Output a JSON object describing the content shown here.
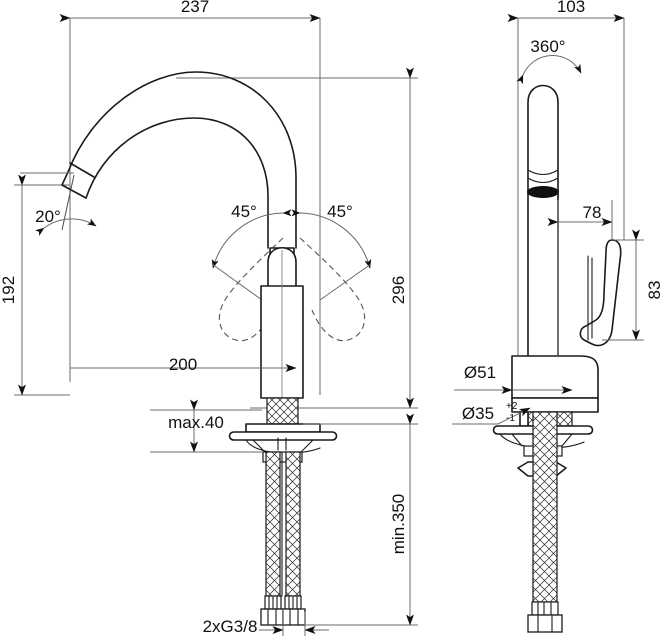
{
  "drawing": {
    "type": "technical-dimension-drawing",
    "subject": "single-lever kitchen mixer tap",
    "units": "mm",
    "views": [
      {
        "name": "front-elevation",
        "position": "left"
      },
      {
        "name": "side-elevation",
        "position": "right"
      }
    ]
  },
  "dimensions": {
    "spout_reach_total": "237",
    "spout_outlet_height": "192",
    "spout_projection": "200",
    "overall_height": "296",
    "body_depth": "103",
    "handle_offset": "78",
    "handle_height": "83",
    "max_deck_thickness": "max.40",
    "hose_length": "min.350",
    "base_diameter": "Ø51",
    "hole_diameter": "Ø35",
    "hole_tol_upper": "+2",
    "hole_tol_lower": "-1",
    "connection_thread": "2xG3/8"
  },
  "angles": {
    "spout_outlet_angle": "20°",
    "lever_left": "45°",
    "lever_right": "45°",
    "spout_swivel": "360°"
  },
  "colors": {
    "outline": "#1a1a1a",
    "dimension_line": "#6b6b6b",
    "hidden_line": "#555555",
    "background": "#ffffff"
  },
  "labels": {
    "l_237": "237",
    "l_192": "192",
    "l_200": "200",
    "l_296": "296",
    "l_103": "103",
    "l_78": "78",
    "l_83": "83",
    "l_max40": "max.40",
    "l_min350": "min.350",
    "l_d51": "Ø51",
    "l_d35": "Ø35",
    "l_d35_sup": "+2",
    "l_d35_sub": "-1",
    "l_g38": "2xG3/8",
    "l_20deg": "20°",
    "l_45deg_left": "45°",
    "l_45deg_right": "45°",
    "l_360deg": "360°"
  }
}
